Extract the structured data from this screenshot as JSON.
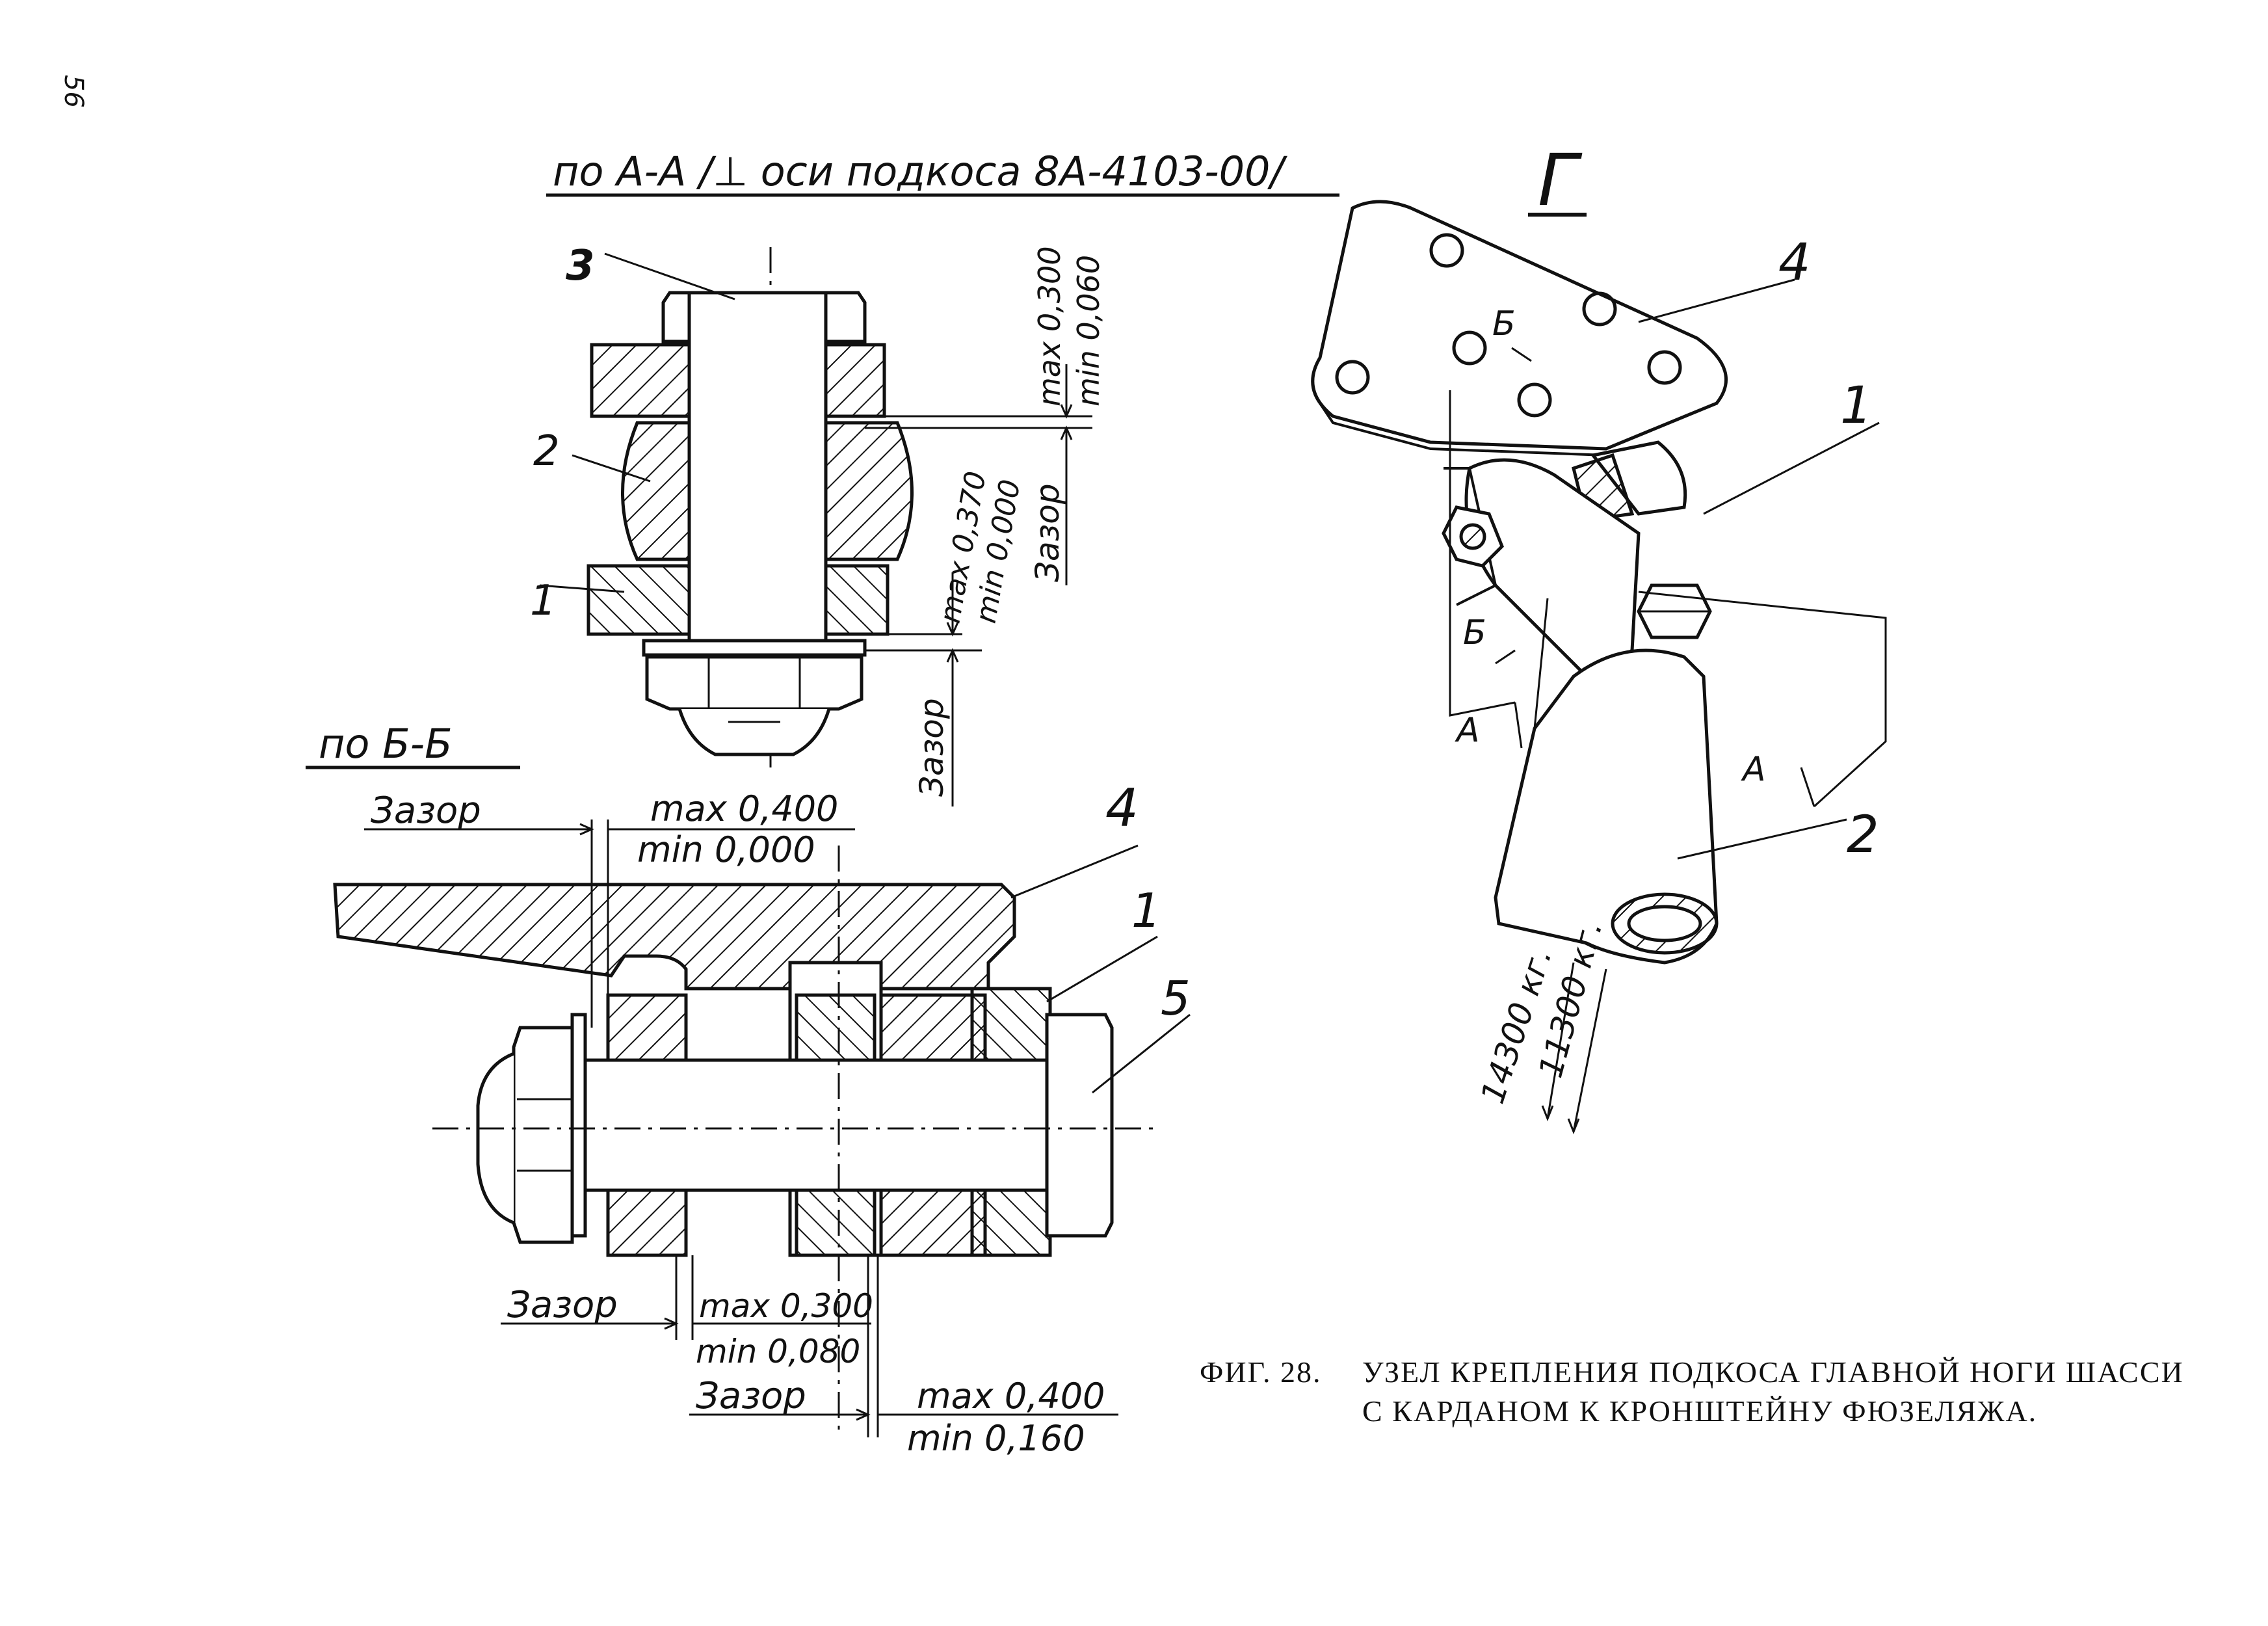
{
  "page_number": "56",
  "section_aa": {
    "title": "по А-А /⊥ оси подкоса 8А-4103-00/",
    "callouts": [
      "3",
      "2",
      "1"
    ],
    "dims": {
      "top_max": "max 0,300",
      "top_min": "min 0,060",
      "mid_max": "max 0,370",
      "mid_min": "min 0,000",
      "gap_upper": "Зазор",
      "gap_lower": "Зазор"
    }
  },
  "section_bb": {
    "title": "по Б-Б",
    "callouts": [
      "4",
      "1",
      "5"
    ],
    "gaps": [
      {
        "label": "Зазор",
        "max": "max 0,400",
        "min": "min 0,000"
      },
      {
        "label": "Зазор",
        "max": "max 0,300",
        "min": "min 0,080"
      },
      {
        "label": "Зазор",
        "max": "max 0,400",
        "min": "min 0,160"
      }
    ]
  },
  "view_g": {
    "title": "Г",
    "callouts": [
      "4",
      "1",
      "2"
    ],
    "section_marks": [
      "Б",
      "Б",
      "А",
      "А"
    ],
    "loads": [
      "14300 кг.",
      "11300 кг."
    ]
  },
  "caption": {
    "fig": "ФИГ. 28.",
    "line1": "УЗЕЛ КРЕПЛЕНИЯ ПОДКОСА ГЛАВНОЙ НОГИ ШАССИ",
    "line2": "С КАРДАНОМ К КРОНШТЕЙНУ ФЮЗЕЛЯЖА."
  },
  "colors": {
    "ink": "#111111",
    "paper": "#ffffff"
  }
}
